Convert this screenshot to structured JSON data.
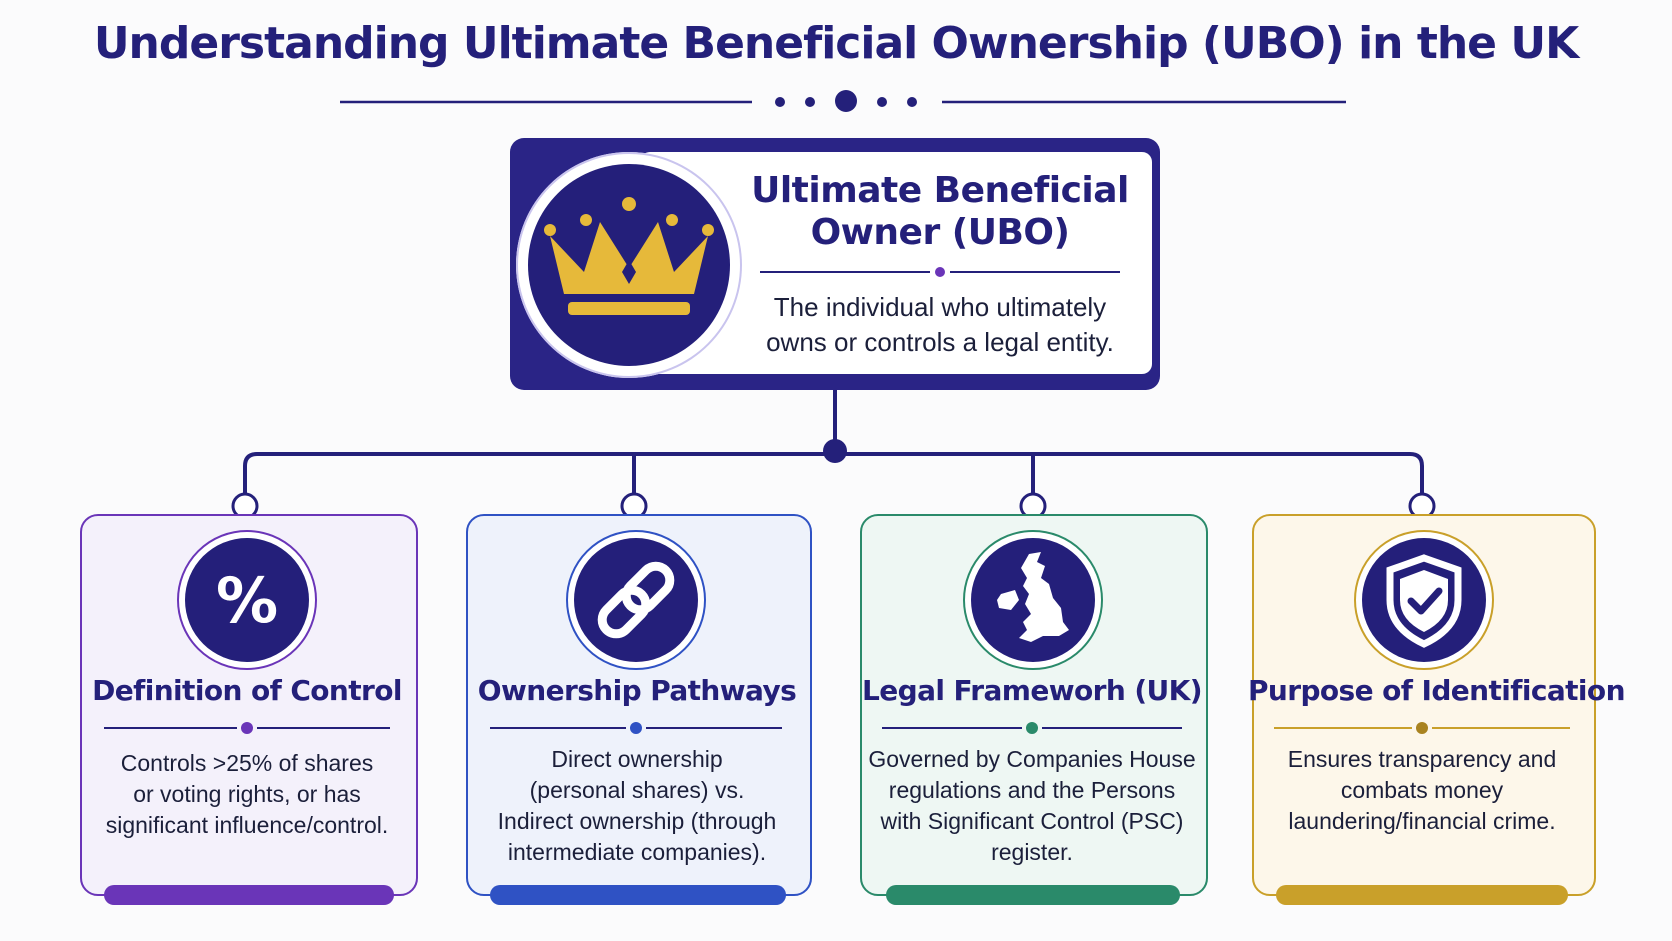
{
  "title": "Understanding Ultimate Beneficial Ownership (UBO) in the UK",
  "colors": {
    "navy": "#24207a",
    "gold": "#e6b93a",
    "purple": "#6a35b8",
    "blue": "#2f52c4",
    "green": "#2a8a6a",
    "amber": "#c9a02a"
  },
  "ubo": {
    "heading_line1": "Ultimate Beneficial",
    "heading_line2": "Owner (UBO)",
    "desc_line1": "The individual who ultimately",
    "desc_line2": "owns or controls a legal entity.",
    "icon": "crown-icon"
  },
  "cards": [
    {
      "title": "Definition of Control",
      "icon": "percent-icon",
      "lines": [
        "Controls >25% of shares",
        "or voting rights, or has",
        "significant influence/control."
      ]
    },
    {
      "title": "Ownership Pathways",
      "icon": "chain-link-icon",
      "lines": [
        "Direct ownership",
        "(personal shares) vs.",
        "Indirect ownership (through",
        "intermediate companies)."
      ]
    },
    {
      "title": "Legal Frameworh (UK)",
      "icon": "uk-map-icon",
      "lines": [
        "Governed by Companies House",
        "regulations and the Persons",
        "with Significant Control (PSC)",
        "register."
      ]
    },
    {
      "title": "Purpose of Identification",
      "icon": "shield-check-icon",
      "lines": [
        "Ensures transparency and",
        "combats money",
        "laundering/financial crime."
      ]
    }
  ]
}
